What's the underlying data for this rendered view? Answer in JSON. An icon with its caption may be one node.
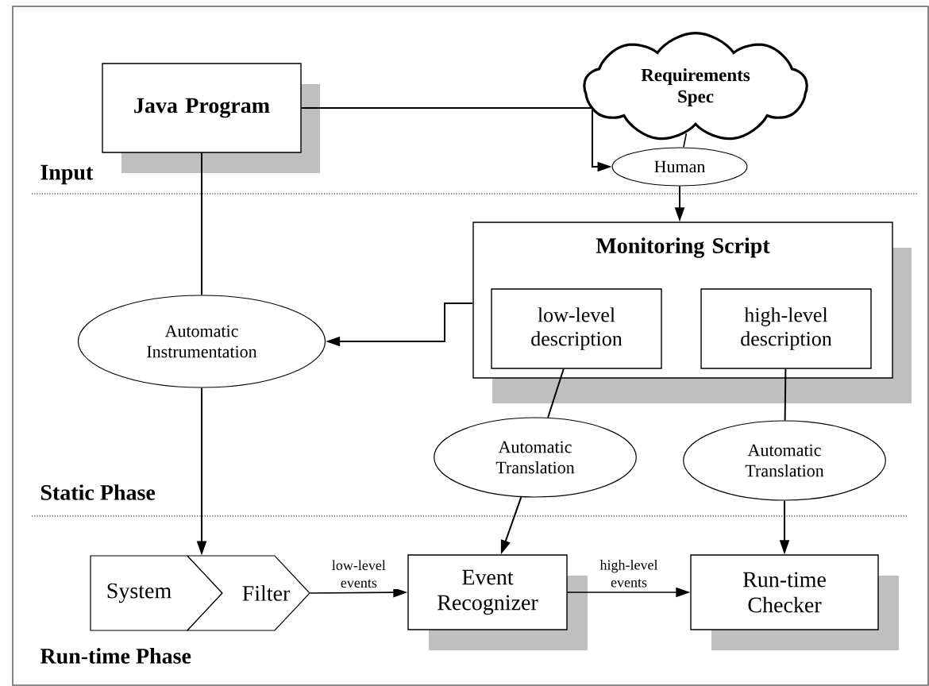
{
  "diagram": {
    "nodes": [
      {
        "text": [
          "Java Program"
        ]
      },
      {
        "text": [
          "Requirements Spec"
        ]
      },
      {
        "text": [
          "Human"
        ]
      },
      {
        "text": [
          "Monitoring Script"
        ]
      },
      {
        "text": [
          "low-level description"
        ],
        "in": 3
      },
      {
        "text": [
          "high-level description"
        ],
        "in": 3
      },
      {
        "text": [
          "Automatic Instrumentation"
        ]
      },
      {
        "text": [
          "Automatic Translation"
        ]
      },
      {
        "text": [
          "Automatic Translation"
        ]
      },
      {
        "text": [
          "System"
        ]
      },
      {
        "text": [
          "Filter"
        ]
      },
      {
        "text": [
          "Event Recognizer"
        ]
      },
      {
        "text": [
          "Run-time Checker"
        ]
      }
    ],
    "edges": [
      {
        "from": 0,
        "to": 2,
        "arrow": "to"
      },
      {
        "from": 1,
        "to": 2,
        "arrow": "none"
      },
      {
        "from": 2,
        "to": 3,
        "arrow": "to"
      },
      {
        "from": 0,
        "to": 6,
        "arrow": "none"
      },
      {
        "from": 3,
        "to": 6,
        "arrow": "to"
      },
      {
        "from": 6,
        "to": 9,
        "arrow": "to"
      },
      {
        "from": 4,
        "to": 7,
        "arrow": "none"
      },
      {
        "from": 7,
        "to": 11,
        "arrow": "to"
      },
      {
        "from": 5,
        "to": 8,
        "arrow": "none"
      },
      {
        "from": 8,
        "to": 12,
        "arrow": "to"
      },
      {
        "from": 10,
        "to": 11,
        "arrow": "to",
        "label": "low-level events"
      },
      {
        "from": 11,
        "to": 12,
        "arrow": "to",
        "label": "high-level events"
      }
    ],
    "labels": [
      "Input",
      "Static Phase",
      "Run-time Phase"
    ]
  }
}
